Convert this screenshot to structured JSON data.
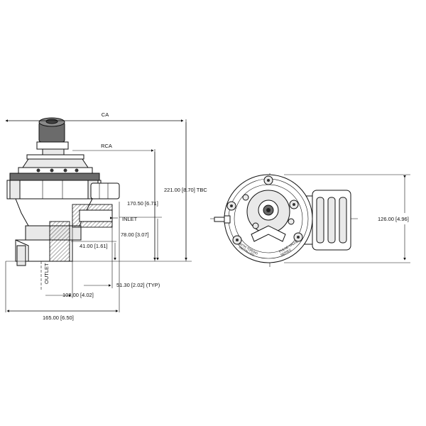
{
  "labels": {
    "ca": "CA",
    "rca": "RCA",
    "inlet": "INLET",
    "outlet": "OUTLET"
  },
  "dimensions": {
    "total_height": "221.00 [8.70] TBC",
    "valve_height": "170.50 [6.71]",
    "inlet_height": "78.00 [3.07]",
    "outlet_height": "41.00 [1.61]",
    "inlet_offset": "51.30 [2.02] (TYP)",
    "outlet_width": "102.00 [4.02]",
    "overall_width": "165.00 [6.50]",
    "top_view_width": "126.00 [4.96]"
  },
  "top_view_text": {
    "left_a": "WITH TOROID",
    "left_b": "INSTALLED",
    "right_a": "PULSE VALVE",
    "right_b": "SERIES"
  }
}
